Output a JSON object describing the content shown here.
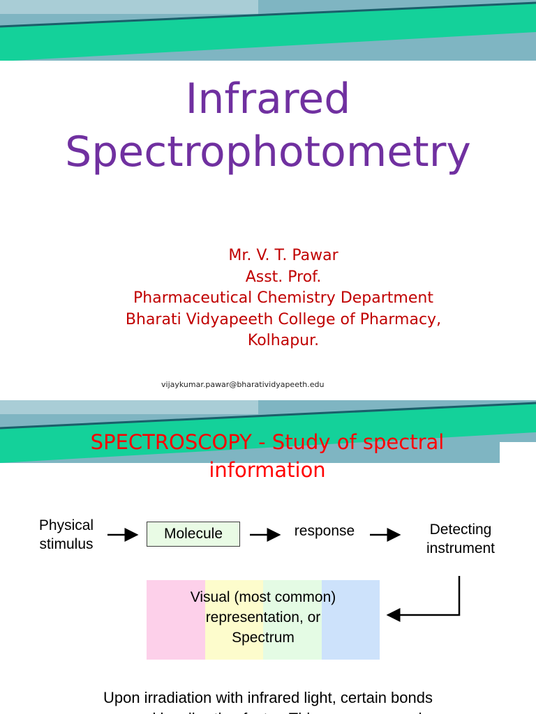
{
  "slide1": {
    "title_lines": [
      "Infrared",
      "Spectrophotometry"
    ],
    "author_lines": [
      "Mr. V. T. Pawar",
      "Asst. Prof.",
      "Pharmaceutical Chemistry Department",
      "Bharati Vidyapeeth College of Pharmacy,",
      "Kolhapur."
    ],
    "email": "vijaykumar.pawar@bharatividyapeeth.edu"
  },
  "slide2": {
    "title_lines": [
      "SPECTROSCOPY -  Study of spectral",
      "information"
    ],
    "diagram": {
      "stimulus_lines": [
        "Physical",
        "stimulus"
      ],
      "molecule": "Molecule",
      "response": "response",
      "detector_lines": [
        "Detecting",
        "instrument"
      ],
      "spectrum_lines": [
        "Visual (most common)",
        "representation, or",
        "Spectrum"
      ]
    },
    "footer_lines": [
      "Upon irradiation with infrared light, certain bonds",
      "respond by vibrating faster. This response can be"
    ]
  },
  "colors": {
    "title_purple": "#7030a0",
    "author_red": "#c00000",
    "heading_red": "#ff0000",
    "banner_teal": "#14d19a",
    "banner_blue": "#7fb5c2",
    "spectrum_bands": [
      "#fdd0ea",
      "#fdfccc",
      "#e4fbe4",
      "#cde2fb"
    ]
  }
}
